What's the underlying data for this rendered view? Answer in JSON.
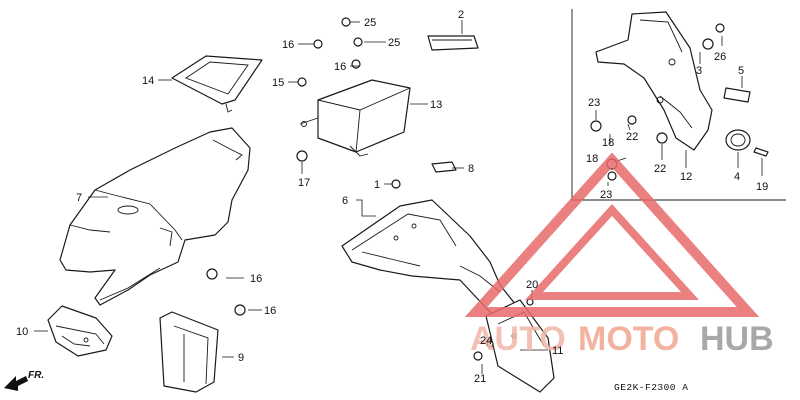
{
  "diagram": {
    "code": "GE2K-F2300 A",
    "front_label": "FR.",
    "callouts": [
      {
        "id": "c1",
        "text": "1"
      },
      {
        "id": "c2",
        "text": "2"
      },
      {
        "id": "c3",
        "text": "3"
      },
      {
        "id": "c4",
        "text": "4"
      },
      {
        "id": "c5",
        "text": "5"
      },
      {
        "id": "c6",
        "text": "6"
      },
      {
        "id": "c7",
        "text": "7"
      },
      {
        "id": "c8",
        "text": "8"
      },
      {
        "id": "c9",
        "text": "9"
      },
      {
        "id": "c10",
        "text": "10"
      },
      {
        "id": "c11",
        "text": "11"
      },
      {
        "id": "c12",
        "text": "12"
      },
      {
        "id": "c13",
        "text": "13"
      },
      {
        "id": "c14",
        "text": "14"
      },
      {
        "id": "c15",
        "text": "15"
      },
      {
        "id": "c16a",
        "text": "16"
      },
      {
        "id": "c16b",
        "text": "16"
      },
      {
        "id": "c16c",
        "text": "16"
      },
      {
        "id": "c16d",
        "text": "16"
      },
      {
        "id": "c17",
        "text": "17"
      },
      {
        "id": "c18a",
        "text": "18"
      },
      {
        "id": "c18b",
        "text": "18"
      },
      {
        "id": "c19",
        "text": "19"
      },
      {
        "id": "c20",
        "text": "20"
      },
      {
        "id": "c21",
        "text": "21"
      },
      {
        "id": "c22a",
        "text": "22"
      },
      {
        "id": "c22b",
        "text": "22"
      },
      {
        "id": "c23a",
        "text": "23"
      },
      {
        "id": "c23b",
        "text": "23"
      },
      {
        "id": "c24",
        "text": "24"
      },
      {
        "id": "c25a",
        "text": "25"
      },
      {
        "id": "c25b",
        "text": "25"
      },
      {
        "id": "c26",
        "text": "26"
      }
    ]
  },
  "watermark": {
    "word_auto": "AUTO",
    "word_moto": "MOTO",
    "word_hub": "HUB",
    "color_auto": "#f2b7a8",
    "color_moto": "#f1a58f",
    "color_hub": "#9a9a9a",
    "triangle_color": "#e86b6b"
  }
}
